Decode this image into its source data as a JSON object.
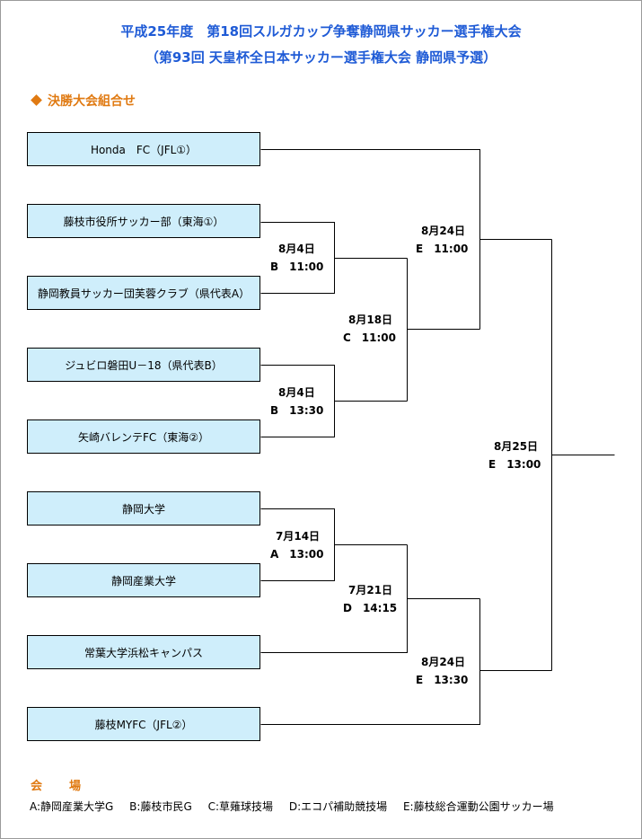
{
  "header": {
    "title": "平成25年度　第18回スルガカップ争奪静岡県サッカー選手権大会",
    "subtitle": "（第93回 天皇杯全日本サッカー選手権大会 静岡県予選）"
  },
  "section_label": "決勝大会組合せ",
  "teams": [
    "Honda　FC（JFL①）",
    "藤枝市役所サッカー部（東海①）",
    "静岡教員サッカー団芙蓉クラブ（県代表A）",
    "ジュビロ磐田U－18（県代表B）",
    "矢崎バレンテFC（東海②）",
    "静岡大学",
    "静岡産業大学",
    "常葉大学浜松キャンパス",
    "藤枝MYFC（JFL②）"
  ],
  "matches": [
    {
      "date": "8月4日",
      "time": "B　11:00"
    },
    {
      "date": "8月4日",
      "time": "B　13:30"
    },
    {
      "date": "8月18日",
      "time": "C　11:00"
    },
    {
      "date": "8月24日",
      "time": "E　11:00"
    },
    {
      "date": "7月14日",
      "time": "A　13:00"
    },
    {
      "date": "7月21日",
      "time": "D　14:15"
    },
    {
      "date": "8月24日",
      "time": "E　13:30"
    },
    {
      "date": "8月25日",
      "time": "E　13:00"
    }
  ],
  "venues": {
    "heading_a": "会",
    "heading_b": "場",
    "items": [
      "A:静岡産業大学G",
      "B:藤枝市民G",
      "C:草薙球技場",
      "D:エコパ補助競技場",
      "E:藤枝総合運動公園サッカー場"
    ]
  }
}
